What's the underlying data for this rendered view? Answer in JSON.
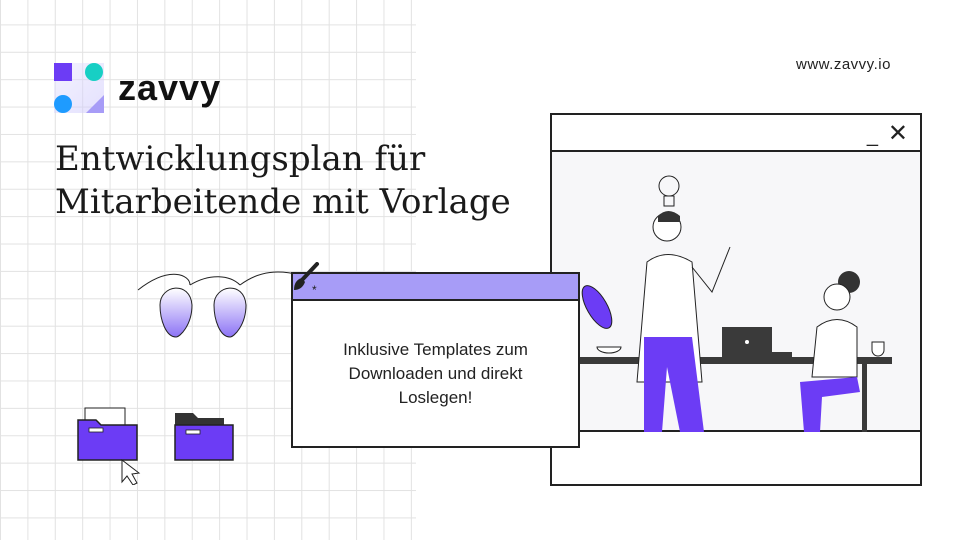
{
  "brand": {
    "name": "zavvy",
    "url": "www.zavvy.io"
  },
  "headline": {
    "line1": "Entwicklungsplan für",
    "line2": "Mitarbeitende mit Vorlage"
  },
  "card": {
    "text_line1": "Inklusive Templates zum",
    "text_line2": "Downloaden und direkt",
    "text_line3": "Loslegen!"
  },
  "window": {
    "minimize_icon": "_",
    "close_icon": "✕"
  },
  "colors": {
    "accent": "#6c3cf5",
    "card_bar": "#a79cf7",
    "teal": "#17cfc4",
    "blue": "#1e9bff"
  }
}
